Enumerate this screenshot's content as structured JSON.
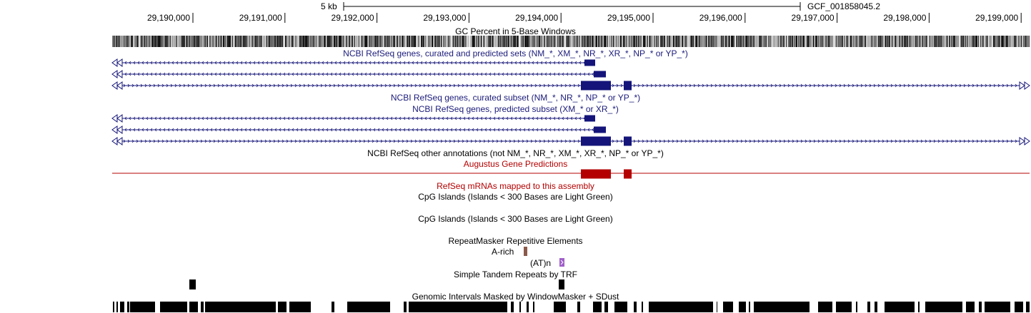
{
  "ruler": {
    "scale_label": "5 kb",
    "assembly_label": "GCF_001858045.2",
    "positions": [
      {
        "label": "29,190,000",
        "bp": 29190000
      },
      {
        "label": "29,191,000",
        "bp": 29191000
      },
      {
        "label": "29,192,000",
        "bp": 29192000
      },
      {
        "label": "29,193,000",
        "bp": 29193000
      },
      {
        "label": "29,194,000",
        "bp": 29194000
      },
      {
        "label": "29,195,000",
        "bp": 29195000
      },
      {
        "label": "29,196,000",
        "bp": 29196000
      },
      {
        "label": "29,197,000",
        "bp": 29197000
      },
      {
        "label": "29,198,000",
        "bp": 29198000
      },
      {
        "label": "29,199,000",
        "bp": 29199000
      }
    ]
  },
  "tracks": {
    "gc_percent": {
      "title": "GC Percent in 5-Base Windows"
    },
    "refseq_all": {
      "title": "NCBI RefSeq genes, curated and predicted sets (NM_*, XM_*, NR_*, XR_*, NP_* or YP_*)"
    },
    "refseq_curated": {
      "title": "NCBI RefSeq genes, curated subset (NM_*, NR_*, NP_* or YP_*)"
    },
    "refseq_predicted": {
      "title": "NCBI RefSeq genes, predicted subset (XM_* or XR_*)"
    },
    "refseq_other": {
      "title": "NCBI RefSeq other annotations (not NM_*, NR_*, XM_*, XR_*, NP_* or YP_*)"
    },
    "augustus": {
      "title": "Augustus Gene Predictions"
    },
    "refseq_mrna": {
      "title": "RefSeq mRNAs mapped to this assembly"
    },
    "cpg_1": {
      "title": "CpG Islands (Islands < 300 Bases are Light Green)"
    },
    "cpg_2": {
      "title": "CpG Islands (Islands < 300 Bases are Light Green)"
    },
    "repeatmasker": {
      "title": "RepeatMasker Repetitive Elements",
      "items": [
        {
          "label": "A-rich"
        },
        {
          "label": "(AT)n"
        }
      ]
    },
    "trf": {
      "title": "Simple Tandem Repeats by TRF"
    },
    "windowmasker": {
      "title": "Genomic Intervals Masked by WindowMasker + SDust"
    }
  },
  "colors": {
    "gene_navy": "#14147a",
    "augustus_red": "#b40000",
    "rmsk_arich": "#8b5a4a",
    "rmsk_atn": "#a060c8",
    "mask_black": "#000000"
  }
}
